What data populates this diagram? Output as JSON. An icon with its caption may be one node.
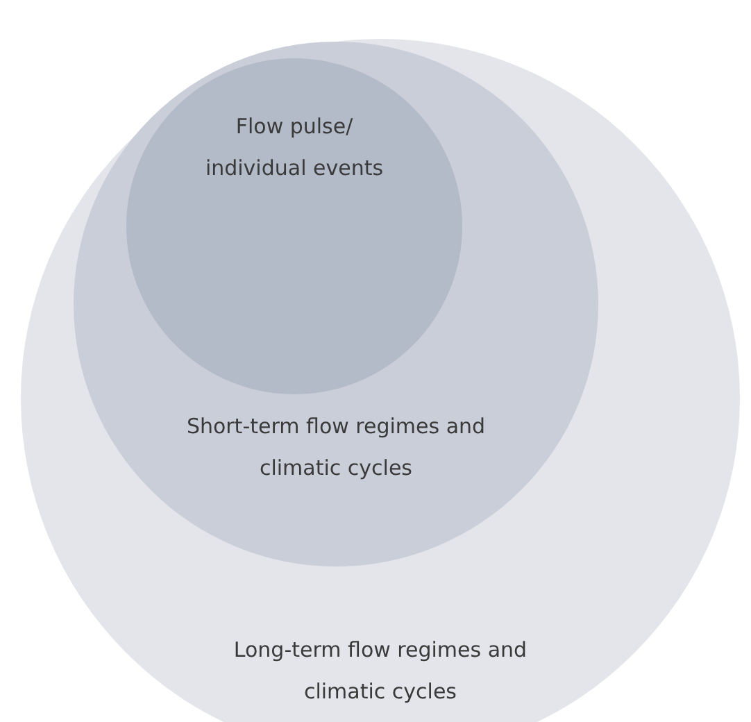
{
  "diagram": {
    "nodes": [
      {
        "text": [
          "Long-term flow regimes and climatic cycles"
        ]
      },
      {
        "text": [
          "Short-term flow regimes and climatic cycles"
        ],
        "in": 0
      },
      {
        "text": [
          "Flow pulse/ individual events"
        ],
        "in": 1
      }
    ]
  }
}
